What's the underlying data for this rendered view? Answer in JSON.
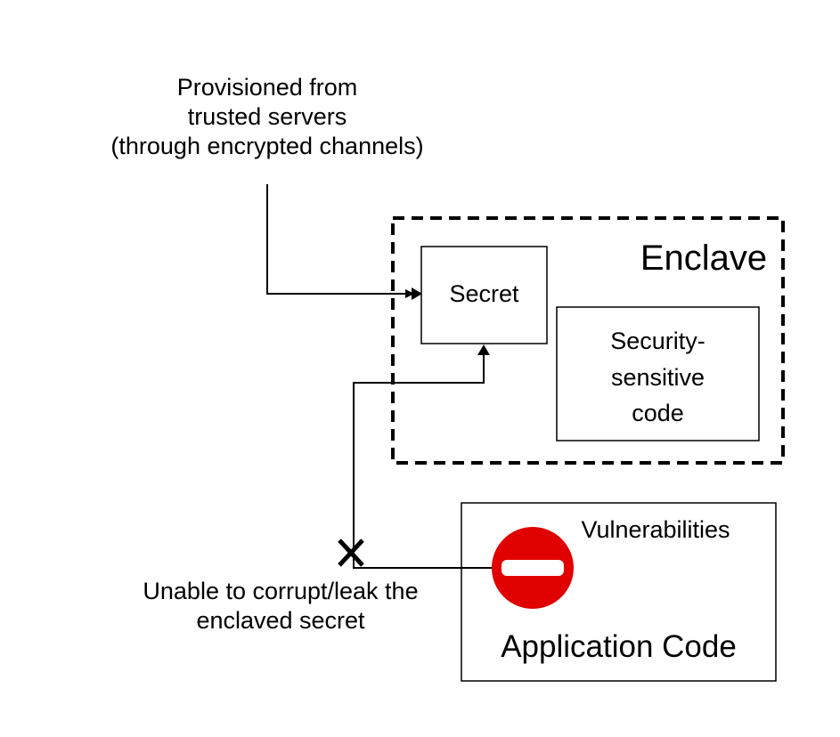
{
  "annotations": {
    "provisioned": [
      "Provisioned from",
      "trusted servers",
      "(through encrypted channels)"
    ],
    "unable": [
      "Unable to corrupt/leak the",
      "enclaved secret"
    ]
  },
  "enclave": {
    "title": "Enclave",
    "secret_label": "Secret",
    "code_label": [
      "Security-",
      "sensitive",
      "code"
    ]
  },
  "application": {
    "title": "Application Code",
    "vulnerabilities_label": "Vulnerabilities",
    "blocked_icon": "no-entry-icon",
    "blocked_color": "#e00000"
  },
  "markers": {
    "block_mark_icon": "x-mark-icon"
  }
}
